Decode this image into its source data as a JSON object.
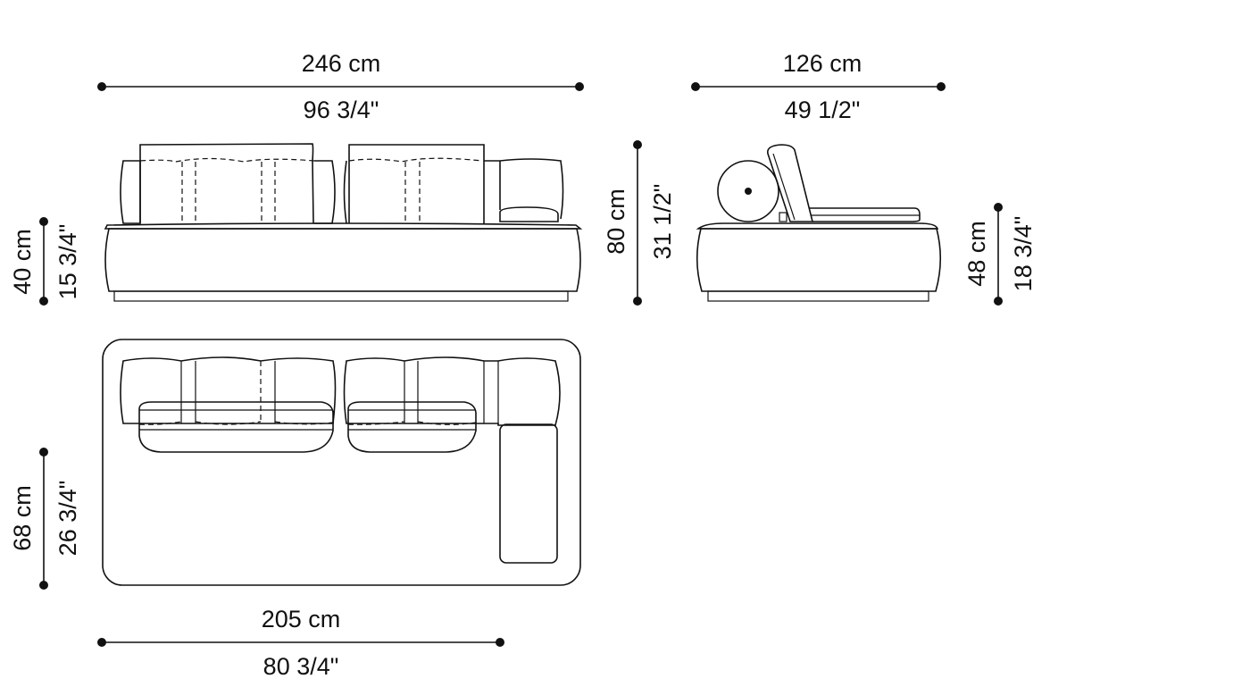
{
  "front_view": {
    "width_cm": "246 cm",
    "width_in": "96 3/4\"",
    "seat_height_cm": "40 cm",
    "seat_height_in": "15 3/4\""
  },
  "side_view": {
    "depth_cm": "126 cm",
    "depth_in": "49 1/2\"",
    "total_height_cm": "80 cm",
    "total_height_in": "31 1/2\"",
    "seat_height_cm": "48 cm",
    "seat_height_in": "18 3/4\""
  },
  "top_view": {
    "seat_depth_cm": "68 cm",
    "seat_depth_in": "26 3/4\"",
    "seat_width_cm": "205 cm",
    "seat_width_in": "80 3/4\""
  },
  "colors": {
    "line": "#111111",
    "background": "#ffffff"
  }
}
